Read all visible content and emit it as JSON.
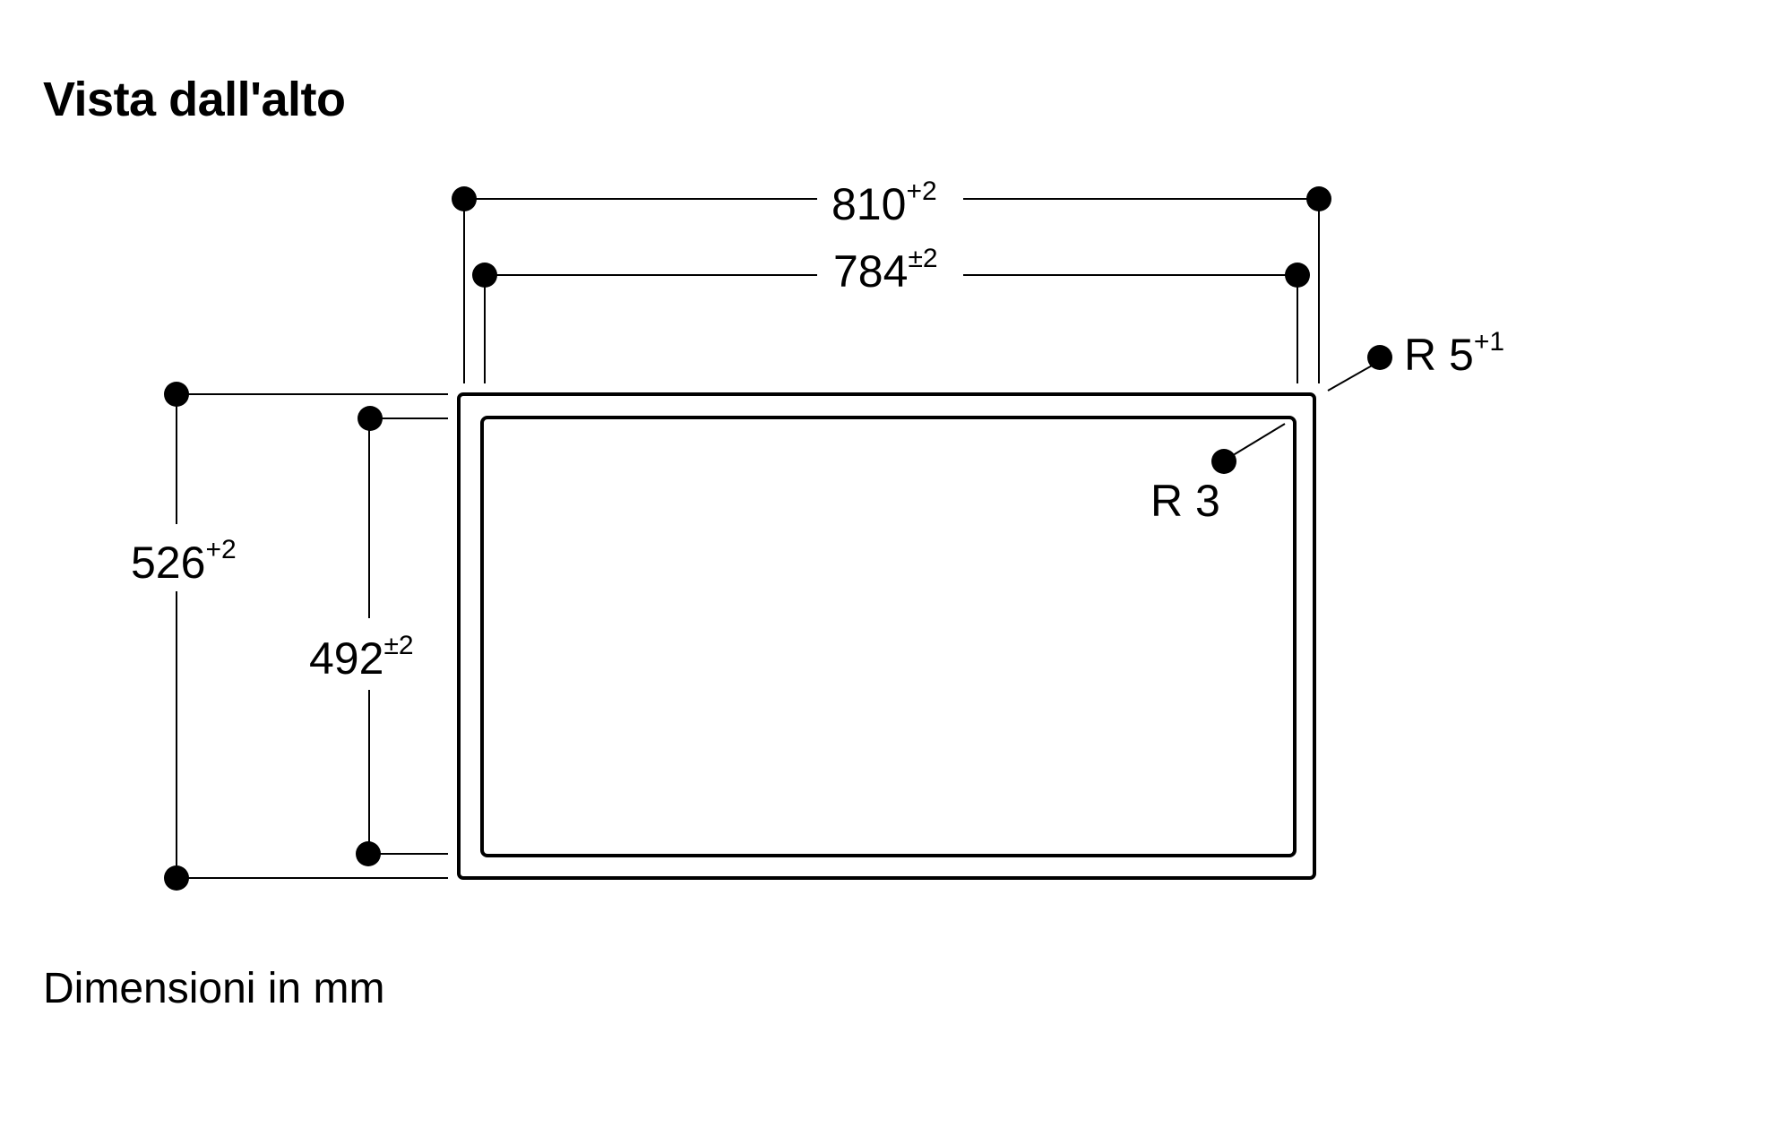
{
  "title": "Vista dall'alto",
  "footer": "Dimensioni in mm",
  "dimensions": {
    "outer_width": {
      "value": "810",
      "tolerance": "+2"
    },
    "inner_width": {
      "value": "784",
      "tolerance": "±2"
    },
    "outer_depth": {
      "value": "526",
      "tolerance": "+2"
    },
    "inner_depth": {
      "value": "492",
      "tolerance": "±2"
    },
    "outer_radius": {
      "prefix": "R 5",
      "tolerance": "+1"
    },
    "inner_radius": {
      "label": "R 3"
    }
  }
}
